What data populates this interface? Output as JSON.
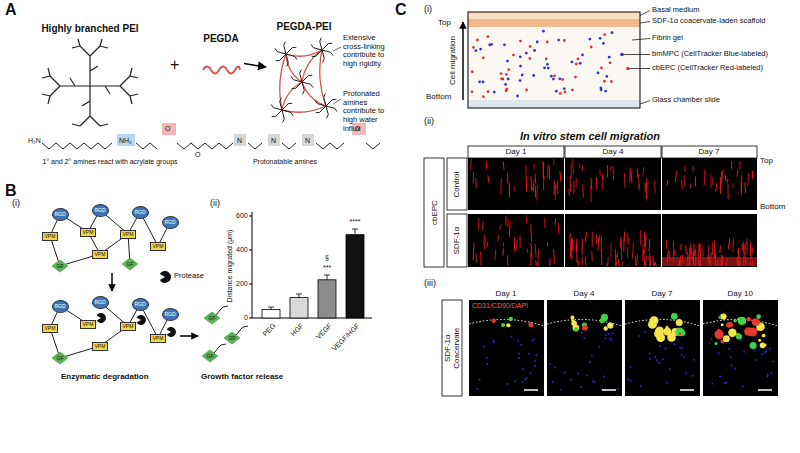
{
  "diagram": {
    "nodes": [
      {
        "text": [
          "Highly branched PEI"
        ]
      },
      {
        "text": [
          "PEGDA"
        ]
      },
      {
        "text": [
          "PEGDA-PEI"
        ]
      }
    ],
    "edges": [
      {
        "from": 1,
        "to": 2,
        "arrow": "to"
      }
    ],
    "labels": [
      "A",
      "+",
      "Extensive cross-linking contribute to high rigidity",
      "Protonated amines contribute to high water influx",
      "H₂N",
      "NH₂",
      "O",
      "O",
      "N",
      "N",
      "N",
      "O",
      "1° and 2° amines react with acrylate groups",
      "Protonatable amines",
      "B",
      "(i)",
      "RGD",
      "RGD",
      "RGD",
      "RGD",
      "VPM",
      "VPM",
      "VPM",
      "VPM",
      "VPM",
      "GF",
      "GF",
      "RGD",
      "RGD",
      "RGD",
      "RGD",
      "VPM",
      "VPM",
      "VPM",
      "VPM",
      "VPM",
      "GF",
      "GF",
      "GF",
      "GF",
      "Protease",
      "Enzymatic degradation",
      "Growth factor release",
      "(ii)",
      "Distance migrated (μm)",
      "0",
      "200",
      "400",
      "600",
      "PEG",
      "HGF",
      "VEGF",
      "VEGF/HGF",
      "§",
      "***",
      "****",
      "C",
      "(i)",
      "Basal medium",
      "SDF-1α coacervate-laden scaffold",
      "Fibrin gel",
      "bmMPC (CellTracker Blue-labeled)",
      "cbEPC (CellTracker Red-labeled)",
      "Glass chamber slide",
      "Top",
      "Cell migration",
      "Bottom",
      "(ii)",
      "In vitro stem cell migration",
      "Day 1",
      "Day 4",
      "Day 7",
      "Top",
      "Bottom",
      "cbEPC",
      "Control",
      "SDF-1α",
      "(iii)",
      "Day 1",
      "Day 4",
      "Day 7",
      "Day 10",
      "CD31/CD90/DAPI",
      "SDF-1α Coacervate"
    ]
  }
}
